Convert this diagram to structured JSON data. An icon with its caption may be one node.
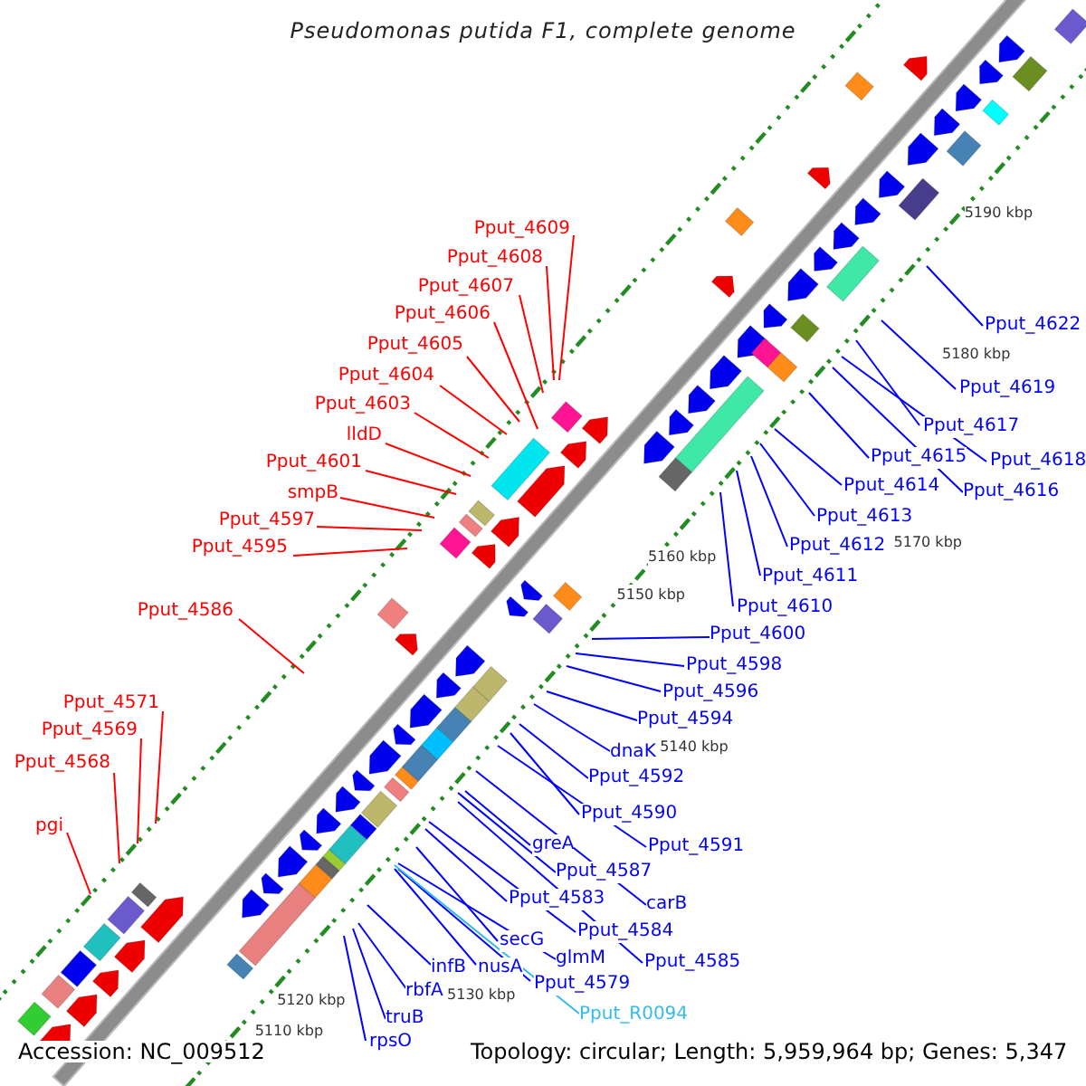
{
  "diagram": {
    "title": "Pseudomonas putida F1, complete genome",
    "nodes": [
      {
        "text": [
          "Pput_4609"
        ]
      },
      {
        "text": [
          "Pput_4608"
        ]
      },
      {
        "text": [
          "Pput_4607"
        ]
      },
      {
        "text": [
          "Pput_4606"
        ]
      },
      {
        "text": [
          "Pput_4605"
        ]
      },
      {
        "text": [
          "Pput_4604"
        ]
      },
      {
        "text": [
          "Pput_4603"
        ]
      },
      {
        "text": [
          "lldD"
        ]
      },
      {
        "text": [
          "Pput_4601"
        ]
      },
      {
        "text": [
          "smpB"
        ]
      },
      {
        "text": [
          "Pput_4597"
        ]
      },
      {
        "text": [
          "Pput_4595"
        ]
      },
      {
        "text": [
          "Pput_4586"
        ]
      },
      {
        "text": [
          "Pput_4571"
        ]
      },
      {
        "text": [
          "Pput_4569"
        ]
      },
      {
        "text": [
          "Pput_4568"
        ]
      },
      {
        "text": [
          "pgi"
        ]
      },
      {
        "text": [
          "Pput_4622"
        ]
      },
      {
        "text": [
          "Pput_4619"
        ]
      },
      {
        "text": [
          "Pput_4617"
        ]
      },
      {
        "text": [
          "Pput_4618"
        ]
      },
      {
        "text": [
          "Pput_4616"
        ]
      },
      {
        "text": [
          "Pput_4615"
        ]
      },
      {
        "text": [
          "Pput_4614"
        ]
      },
      {
        "text": [
          "Pput_4613"
        ]
      },
      {
        "text": [
          "Pput_4612"
        ]
      },
      {
        "text": [
          "Pput_4611"
        ]
      },
      {
        "text": [
          "Pput_4610"
        ]
      },
      {
        "text": [
          "Pput_4600"
        ]
      },
      {
        "text": [
          "Pput_4598"
        ]
      },
      {
        "text": [
          "Pput_4596"
        ]
      },
      {
        "text": [
          "Pput_4594"
        ]
      },
      {
        "text": [
          "dnaK"
        ]
      },
      {
        "text": [
          "Pput_4592"
        ]
      },
      {
        "text": [
          "Pput_4590"
        ]
      },
      {
        "text": [
          "Pput_4591"
        ]
      },
      {
        "text": [
          "greA"
        ]
      },
      {
        "text": [
          "Pput_4587"
        ]
      },
      {
        "text": [
          "carB"
        ]
      },
      {
        "text": [
          "Pput_4583"
        ]
      },
      {
        "text": [
          "Pput_4584"
        ]
      },
      {
        "text": [
          "Pput_4585"
        ]
      },
      {
        "text": [
          "secG"
        ]
      },
      {
        "text": [
          "glmM"
        ]
      },
      {
        "text": [
          "Pput_4579"
        ]
      },
      {
        "text": [
          "Pput_R0094"
        ]
      },
      {
        "text": [
          "nusA"
        ]
      },
      {
        "text": [
          "infB"
        ]
      },
      {
        "text": [
          "rbfA"
        ]
      },
      {
        "text": [
          "truB"
        ]
      },
      {
        "text": [
          "rpsO"
        ]
      }
    ],
    "edges": [
      {
        "from": 0,
        "to": null,
        "arrow": "none",
        "color": "#ff0000"
      },
      {
        "from": 1,
        "to": null,
        "arrow": "none",
        "color": "#ff0000"
      },
      {
        "from": 2,
        "to": null,
        "arrow": "none",
        "color": "#ff0000"
      },
      {
        "from": 3,
        "to": null,
        "arrow": "none",
        "color": "#ff0000"
      },
      {
        "from": 4,
        "to": null,
        "arrow": "none",
        "color": "#ff0000"
      },
      {
        "from": 5,
        "to": null,
        "arrow": "none",
        "color": "#ff0000"
      },
      {
        "from": 6,
        "to": null,
        "arrow": "none",
        "color": "#ff0000"
      },
      {
        "from": 7,
        "to": null,
        "arrow": "none",
        "color": "#ff0000"
      },
      {
        "from": 8,
        "to": null,
        "arrow": "none",
        "color": "#ff0000"
      },
      {
        "from": 9,
        "to": null,
        "arrow": "none",
        "color": "#ff0000"
      },
      {
        "from": 10,
        "to": null,
        "arrow": "none",
        "color": "#ff0000"
      },
      {
        "from": 11,
        "to": null,
        "arrow": "none",
        "color": "#ff0000"
      },
      {
        "from": 12,
        "to": null,
        "arrow": "none",
        "color": "#ff0000"
      },
      {
        "from": 13,
        "to": null,
        "arrow": "none",
        "color": "#ff0000"
      },
      {
        "from": 14,
        "to": null,
        "arrow": "none",
        "color": "#ff0000"
      },
      {
        "from": 15,
        "to": null,
        "arrow": "none",
        "color": "#ff0000"
      },
      {
        "from": 16,
        "to": null,
        "arrow": "none",
        "color": "#ff0000"
      },
      {
        "from": 17,
        "to": null,
        "arrow": "none"
      },
      {
        "from": 18,
        "to": null,
        "arrow": "none"
      },
      {
        "from": 19,
        "to": null,
        "arrow": "none"
      },
      {
        "from": 20,
        "to": null,
        "arrow": "none"
      },
      {
        "from": 21,
        "to": null,
        "arrow": "none"
      },
      {
        "from": 22,
        "to": null,
        "arrow": "none"
      },
      {
        "from": 23,
        "to": null,
        "arrow": "none"
      },
      {
        "from": 24,
        "to": null,
        "arrow": "none"
      },
      {
        "from": 25,
        "to": null,
        "arrow": "none"
      },
      {
        "from": 26,
        "to": null,
        "arrow": "none"
      },
      {
        "from": 27,
        "to": null,
        "arrow": "none"
      },
      {
        "from": 28,
        "to": null,
        "arrow": "none"
      },
      {
        "from": 29,
        "to": null,
        "arrow": "none"
      },
      {
        "from": 30,
        "to": null,
        "arrow": "none"
      },
      {
        "from": 31,
        "to": null,
        "arrow": "none"
      },
      {
        "from": 32,
        "to": null,
        "arrow": "none"
      },
      {
        "from": 33,
        "to": null,
        "arrow": "none"
      },
      {
        "from": 34,
        "to": null,
        "arrow": "none"
      },
      {
        "from": 35,
        "to": null,
        "arrow": "none"
      },
      {
        "from": 36,
        "to": null,
        "arrow": "none"
      },
      {
        "from": 37,
        "to": null,
        "arrow": "none"
      },
      {
        "from": 38,
        "to": null,
        "arrow": "none"
      },
      {
        "from": 39,
        "to": null,
        "arrow": "none"
      },
      {
        "from": 40,
        "to": null,
        "arrow": "none"
      },
      {
        "from": 41,
        "to": null,
        "arrow": "none"
      },
      {
        "from": 42,
        "to": null,
        "arrow": "none"
      },
      {
        "from": 43,
        "to": null,
        "arrow": "none"
      },
      {
        "from": 44,
        "to": null,
        "arrow": "none"
      },
      {
        "from": 45,
        "to": null,
        "arrow": "none",
        "color": "#33bbee"
      },
      {
        "from": 46,
        "to": null,
        "arrow": "none"
      },
      {
        "from": 47,
        "to": null,
        "arrow": "none"
      },
      {
        "from": 48,
        "to": null,
        "arrow": "none"
      },
      {
        "from": 49,
        "to": null,
        "arrow": "none"
      },
      {
        "from": 50,
        "to": null,
        "arrow": "none"
      }
    ],
    "labels": [
      "5190 kbp",
      "5180 kbp",
      "5170 kbp",
      "5160 kbp",
      "5150 kbp",
      "5140 kbp",
      "5130 kbp",
      "5120 kbp",
      "5110 kbp",
      "Accession: NC_009512",
      "Topology: circular; Length: 5,959,964 bp; Genes: 5,347"
    ]
  }
}
